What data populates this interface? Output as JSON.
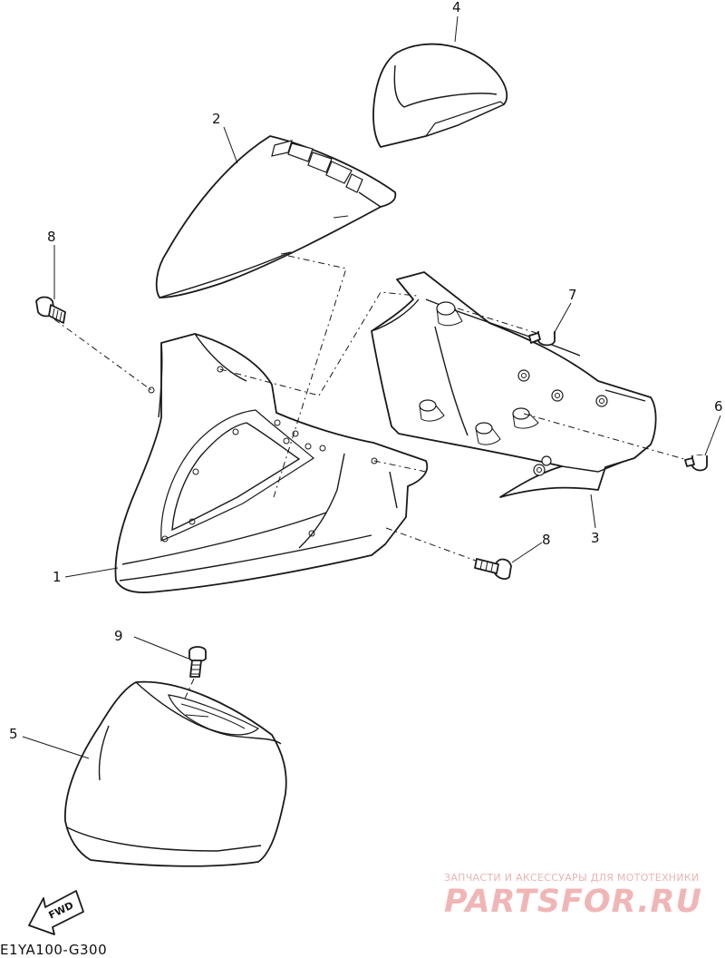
{
  "callouts": {
    "c1": "1",
    "c2": "2",
    "c3": "3",
    "c4": "4",
    "c5": "5",
    "c6": "6",
    "c7": "7",
    "c8a": "8",
    "c8b": "8",
    "c9": "9"
  },
  "fwd_label": "FWD",
  "drawing_code": "E1YA100-G300",
  "watermark": {
    "tagline": "ЗАПЧАСТИ И АКСЕССУАРЫ ДЛЯ МОТОТЕХНИКИ",
    "logo": "PARTSFOR.RU"
  }
}
